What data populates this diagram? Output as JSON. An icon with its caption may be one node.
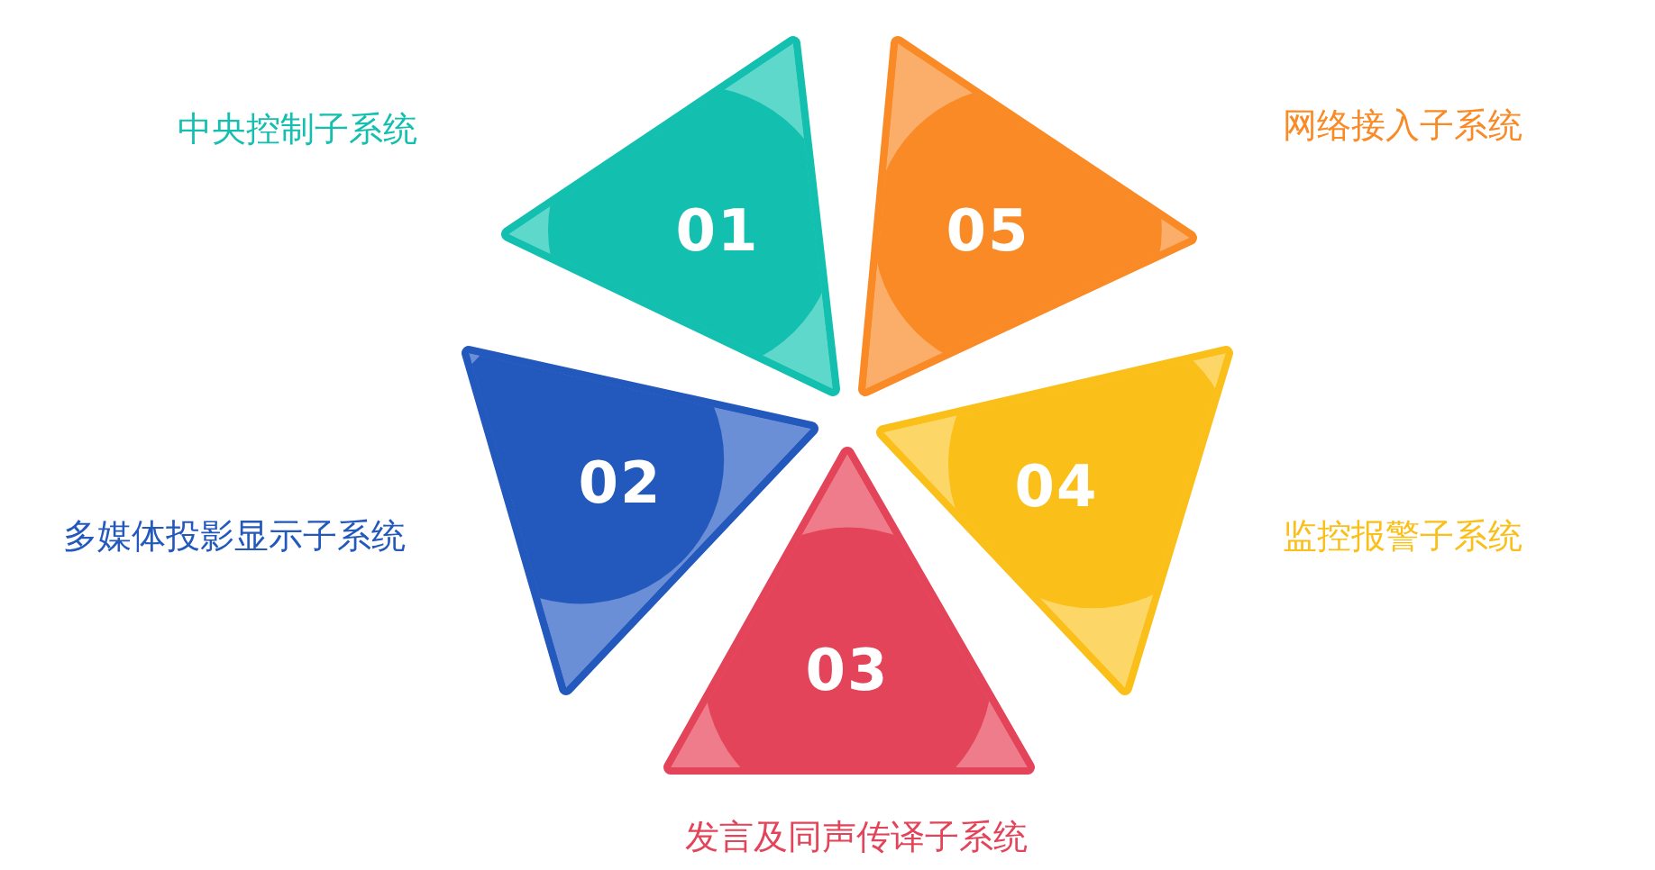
{
  "diagram": {
    "nodes": [
      {
        "text": [
          "01"
        ],
        "beside": [
          "中央控制子系统"
        ]
      },
      {
        "text": [
          "02"
        ],
        "beside": [
          "多媒体投影显示子系统"
        ]
      },
      {
        "text": [
          "03"
        ],
        "beside": [
          "发言及同声传译子系统"
        ]
      },
      {
        "text": [
          "04"
        ],
        "beside": [
          "监控报警子系统"
        ]
      },
      {
        "text": [
          "05"
        ],
        "beside": [
          "网络接入子系统"
        ]
      }
    ]
  }
}
